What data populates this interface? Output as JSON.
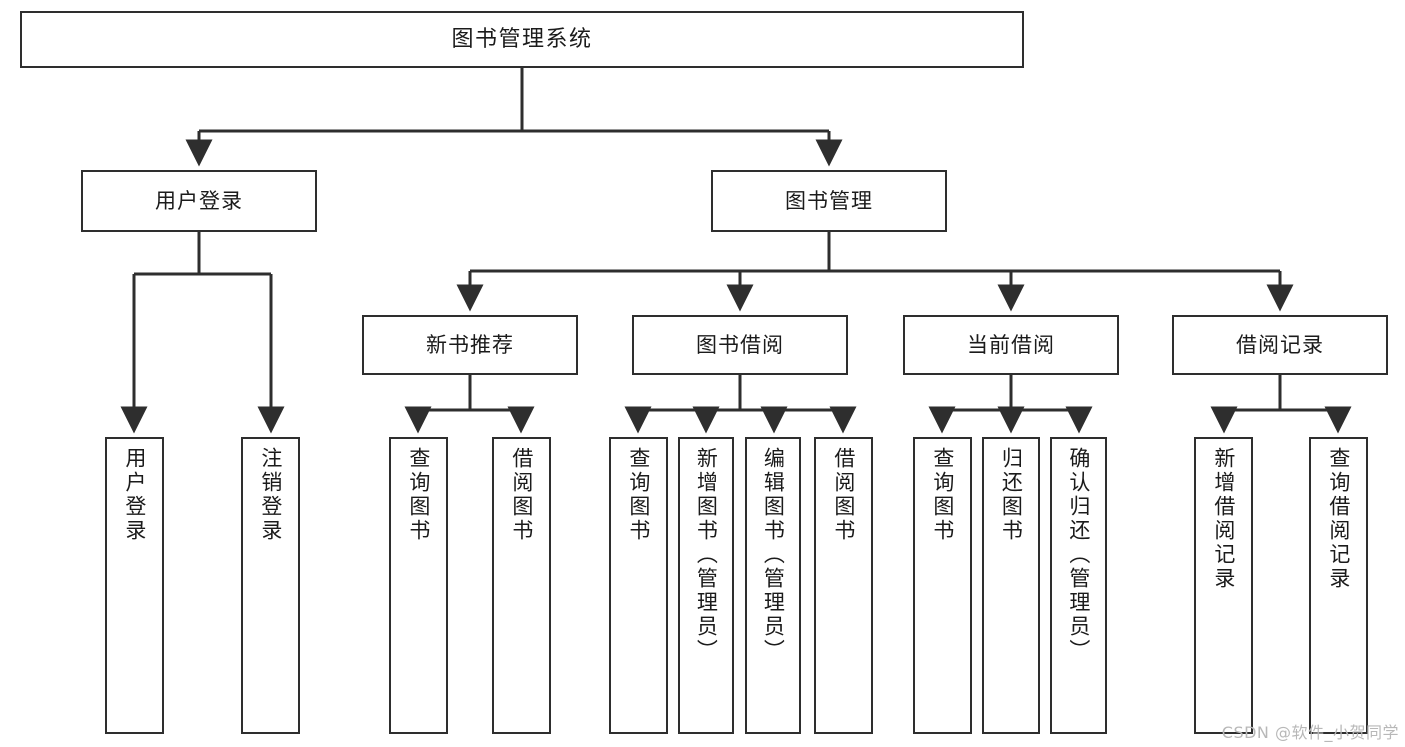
{
  "diagram": {
    "type": "tree",
    "title": "图书管理系统",
    "watermark": "CSDN @软件_小贺同学",
    "colors": {
      "box_border": "#2e2e2e",
      "box_fill": "#ffffff",
      "connector": "#2e2e2e",
      "text": "#1b1b1b",
      "watermark": "#b8b8b8"
    },
    "nodes": {
      "root": {
        "label": "图书管理系统"
      },
      "level2": [
        {
          "id": "user-login",
          "label": "用户登录"
        },
        {
          "id": "book-management",
          "label": "图书管理"
        }
      ],
      "level3": [
        {
          "id": "new-book-recommend",
          "label": "新书推荐"
        },
        {
          "id": "book-borrow",
          "label": "图书借阅"
        },
        {
          "id": "current-borrow",
          "label": "当前借阅"
        },
        {
          "id": "borrow-record",
          "label": "借阅记录"
        }
      ],
      "leaves": {
        "user_login": [
          {
            "id": "leaf-user-login",
            "label": "用户登录"
          },
          {
            "id": "leaf-logout-login",
            "label": "注销登录"
          }
        ],
        "new_book_recommend": [
          {
            "id": "leaf-query-book-1",
            "label": "查询图书"
          },
          {
            "id": "leaf-borrow-book-1",
            "label": "借阅图书"
          }
        ],
        "book_borrow": [
          {
            "id": "leaf-query-book-2",
            "label": "查询图书"
          },
          {
            "id": "leaf-add-book",
            "label": "新增图书（管理员）"
          },
          {
            "id": "leaf-edit-book",
            "label": "编辑图书（管理员）"
          },
          {
            "id": "leaf-borrow-book-2",
            "label": "借阅图书"
          }
        ],
        "current_borrow": [
          {
            "id": "leaf-query-book-3",
            "label": "查询图书"
          },
          {
            "id": "leaf-return-book",
            "label": "归还图书"
          },
          {
            "id": "leaf-confirm-return",
            "label": "确认归还（管理员）"
          }
        ],
        "borrow_record": [
          {
            "id": "leaf-add-record",
            "label": "新增借阅记录"
          },
          {
            "id": "leaf-query-record",
            "label": "查询借阅记录"
          }
        ]
      }
    }
  }
}
